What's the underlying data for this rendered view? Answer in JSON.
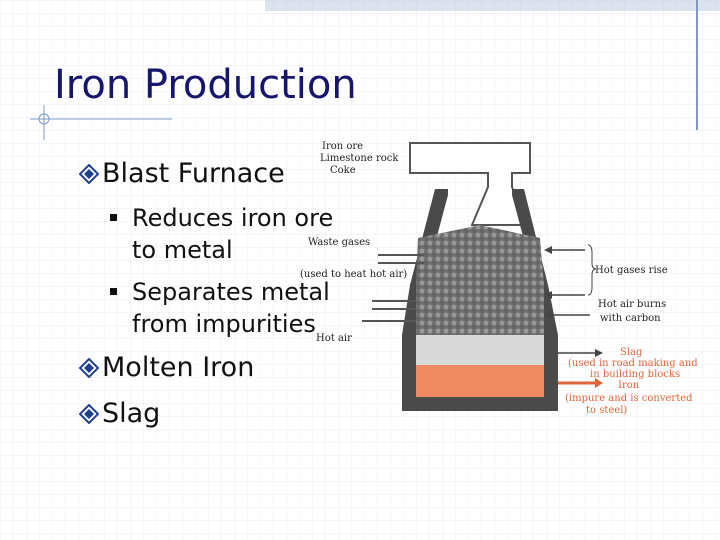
{
  "slide": {
    "title": "Iron Production",
    "bullets": [
      {
        "text": "Blast Furnace",
        "sub": [
          {
            "line1": "Reduces iron ore",
            "line2": "to metal"
          },
          {
            "line1": "Separates metal",
            "line2": "from impurities"
          }
        ]
      },
      {
        "text": "Molten Iron"
      },
      {
        "text": "Slag"
      }
    ]
  },
  "diagram": {
    "labels": {
      "feed_1": "Iron ore",
      "feed_2": "Limestone rock",
      "feed_3": "Coke",
      "waste_1": "Waste gases",
      "waste_2": "(used to heat hot air)",
      "hot_air": "Hot air",
      "gases_rise": "Hot gases rise",
      "air_burns_1": "Hot air burns",
      "air_burns_2": "with carbon",
      "slag_1": "Slag",
      "slag_2": "(used in road making and",
      "slag_3": "in building blocks",
      "iron_1": "Iron",
      "iron_2": "(impure and is converted",
      "iron_3": "to steel)"
    },
    "colors": {
      "charge": "#6a6a6a",
      "slag": "#d8d8d8",
      "molten_iron": "#f08a60",
      "wall": "#4a4a4a",
      "label_red": "#e0643a"
    }
  }
}
